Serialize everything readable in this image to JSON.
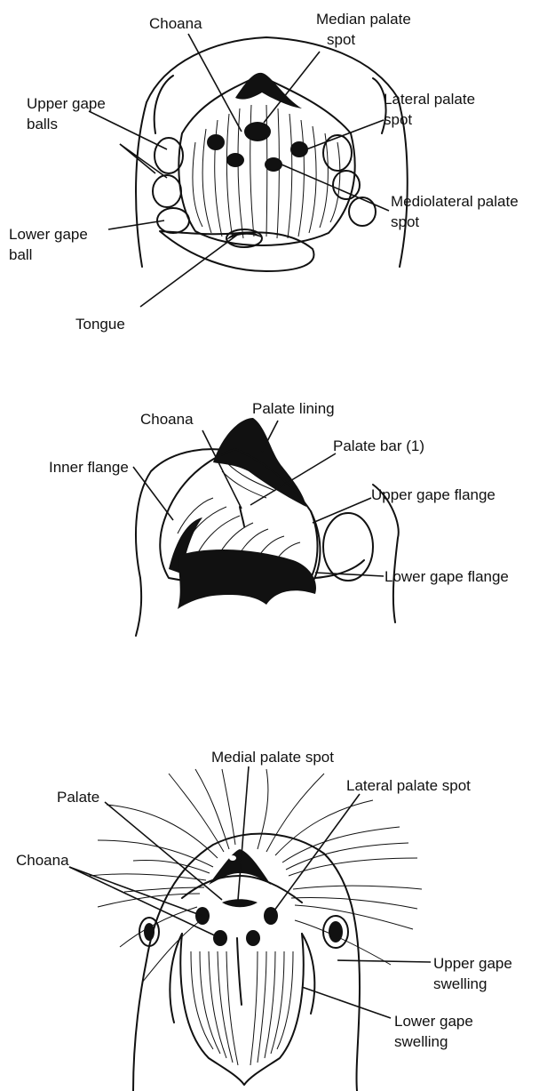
{
  "colors": {
    "ink": "#111111",
    "background": "#ffffff"
  },
  "figure1": {
    "labels": {
      "choana": "Choana",
      "median_palate_spot": [
        "Median palate",
        "spot"
      ],
      "upper_gape_balls": [
        "Upper gape",
        "balls"
      ],
      "lateral_palate_spot": [
        "Lateral palate",
        "spot"
      ],
      "mediolateral_palate_spot": [
        "Mediolateral palate",
        "spot"
      ],
      "lower_gape_ball": [
        "Lower gape",
        "ball"
      ],
      "tongue": "Tongue"
    }
  },
  "figure2": {
    "labels": {
      "choana": "Choana",
      "palate_lining": "Palate lining",
      "palate_bar": "Palate bar (1)",
      "inner_flange": "Inner flange",
      "upper_gape_flange": "Upper gape flange",
      "lower_gape_flange": "Lower gape flange"
    }
  },
  "figure3": {
    "labels": {
      "medial_palate_spot": "Medial palate spot",
      "palate": "Palate",
      "lateral_palate_spot": "Lateral palate spot",
      "choana": "Choana",
      "upper_gape_swelling": [
        "Upper gape",
        "swelling"
      ],
      "lower_gape_swelling": [
        "Lower gape",
        "swelling"
      ]
    }
  }
}
